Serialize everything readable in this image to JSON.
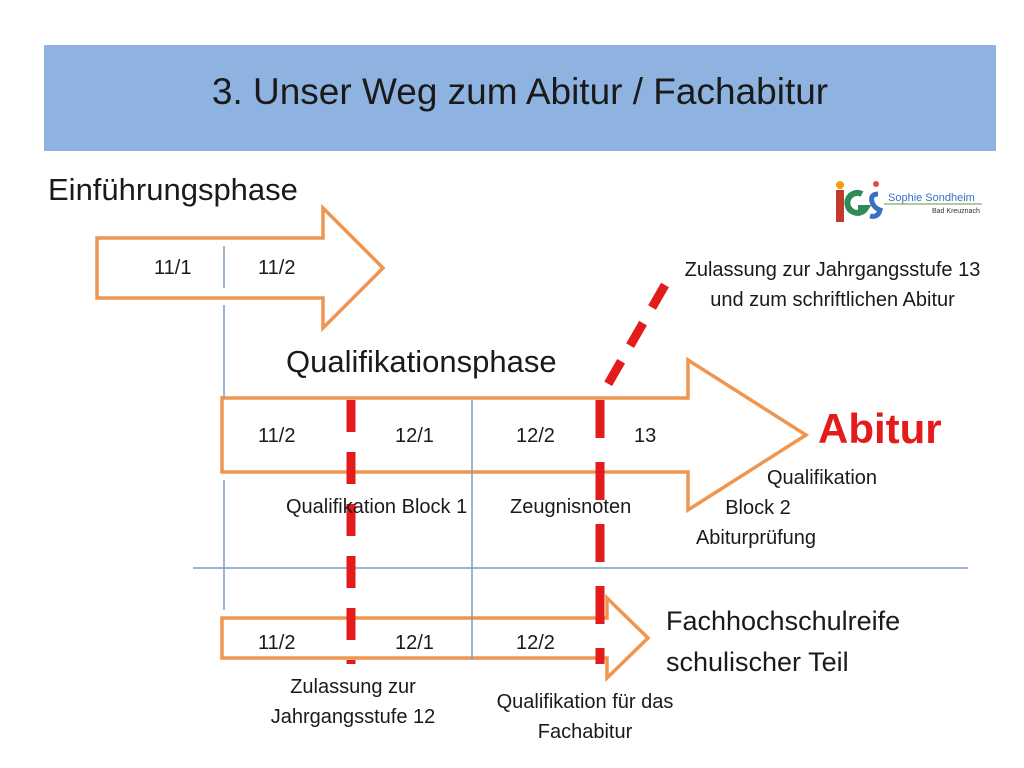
{
  "title": "3. Unser Weg zum Abitur / Fachabitur",
  "logo": {
    "name": "Sophie Sondheim",
    "place": "Bad Kreuznach",
    "mark": "iGS"
  },
  "einfuehrungsphase": {
    "label": "Einführungsphase",
    "cells": [
      "11/1",
      "11/2"
    ]
  },
  "qualifikationsphase": {
    "label": "Qualifikationsphase",
    "cells": [
      "11/2",
      "12/1",
      "12/2",
      "13"
    ]
  },
  "fachhochschule_row": {
    "cells": [
      "11/2",
      "12/1",
      "12/2"
    ]
  },
  "annotations": {
    "zulassung_13_line1": "Zulassung zur Jahrgangsstufe 13",
    "zulassung_13_line2": "und zum schriftlichen Abitur",
    "abitur": "Abitur",
    "qual_block2_line1": "Qualifikation",
    "qual_block2_line2": "Block 2",
    "qual_block2_line3": "Abiturprüfung",
    "qual_block1": "Qualifikation Block 1",
    "zeugnisnoten": "Zeugnisnoten",
    "fachhochschulreife_line1": "Fachhochschulreife",
    "fachhochschulreife_line2": "schulischer Teil",
    "zulassung_12_line1": "Zulassung zur",
    "zulassung_12_line2": "Jahrgangsstufe 12",
    "qual_fachabitur_line1": "Qualifikation für das",
    "qual_fachabitur_line2": "Fachabitur"
  },
  "colors": {
    "arrow": "#f0954f",
    "dash": "#e31b1b",
    "divider": "#7a9cc4",
    "title_bg": "#8fb3e0"
  }
}
